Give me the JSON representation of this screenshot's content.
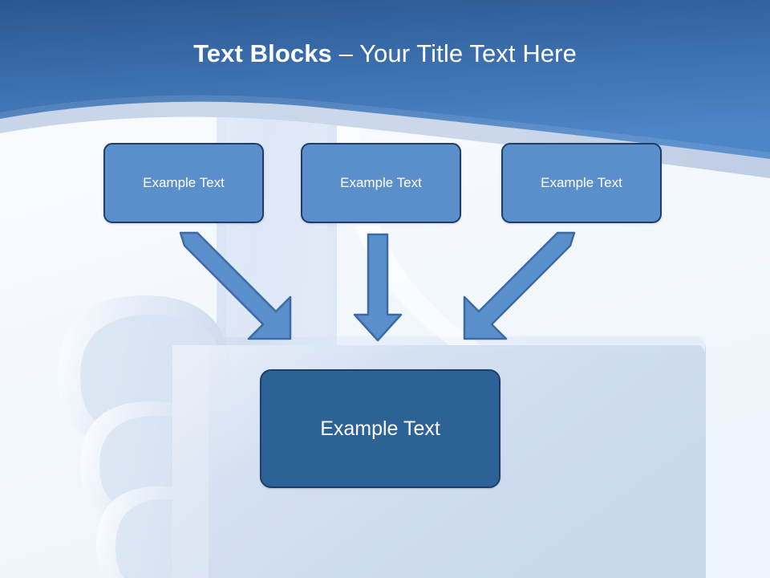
{
  "slide": {
    "title": {
      "bold_part": "Text Blocks",
      "separator": " – ",
      "light_part": "Your Title Text Here",
      "full": "Text Blocks – Your Title Text Here"
    },
    "background": {
      "watermark_icon": "thumbs-up-hand",
      "header_gradient_top": "#2d5b94",
      "header_gradient_bottom": "#4b83c5",
      "header_band": "#c3cfe6",
      "body_color": "#f3f7fc",
      "hand_fill": "#ccd9ef",
      "hand_highlight": "#eef3fb"
    },
    "colors": {
      "box_fill": "#5b8fcb",
      "box_border": "#1f3d66",
      "box_text": "#ffffff",
      "result_fill": "#2d6296",
      "arrow_fill": "#5b8fcb",
      "arrow_border": "#3a6ba5"
    },
    "nodes": {
      "top": [
        {
          "id": "top-1",
          "label": "Example Text"
        },
        {
          "id": "top-2",
          "label": "Example Text"
        },
        {
          "id": "top-3",
          "label": "Example Text"
        }
      ],
      "bottom": {
        "id": "bottom-1",
        "label": "Example Text"
      }
    },
    "arrows": [
      {
        "id": "arrow-left",
        "direction": "down-right",
        "from": "top-1",
        "to": "bottom-1"
      },
      {
        "id": "arrow-middle",
        "direction": "down",
        "from": "top-2",
        "to": "bottom-1"
      },
      {
        "id": "arrow-right",
        "direction": "down-left",
        "from": "top-3",
        "to": "bottom-1"
      }
    ]
  }
}
